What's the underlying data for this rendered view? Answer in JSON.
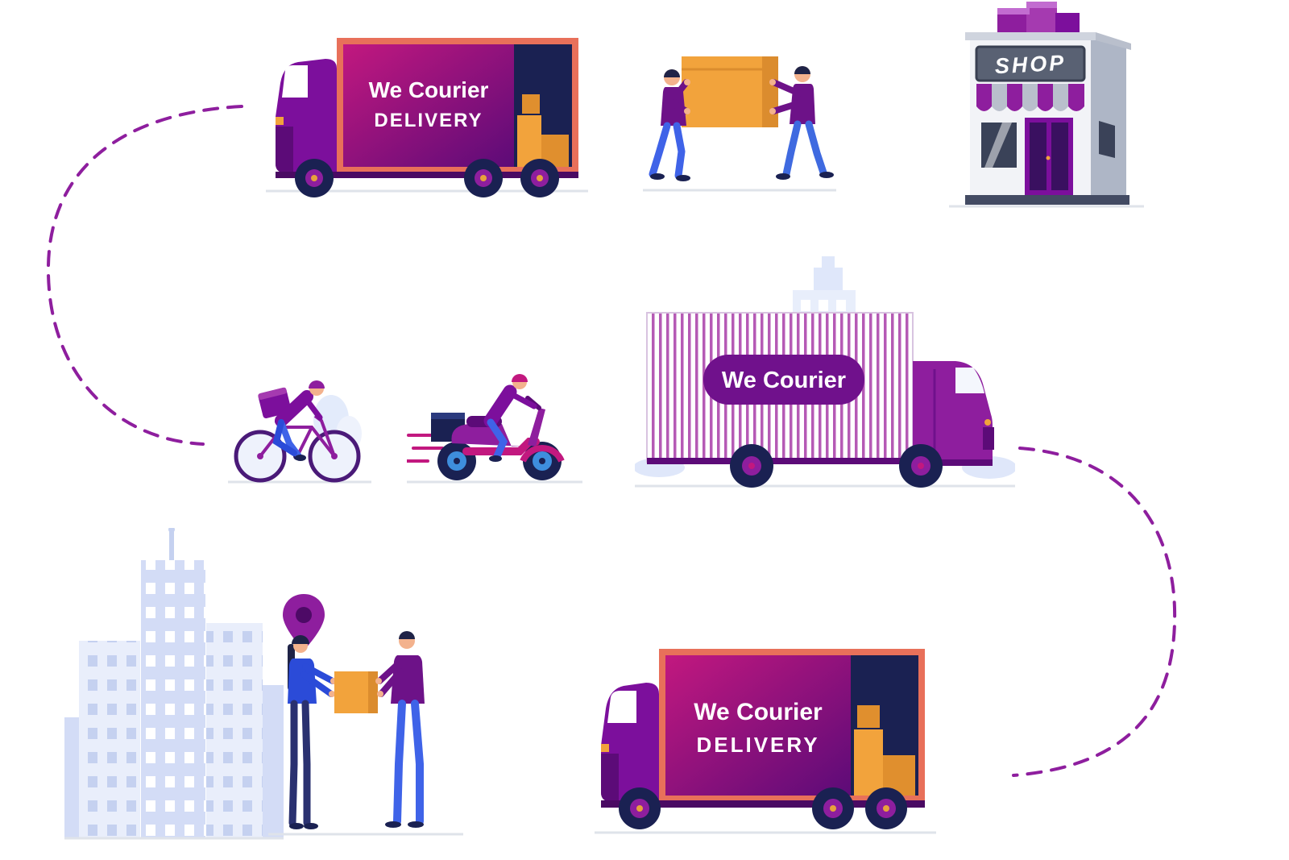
{
  "illustration": {
    "name": "courier-delivery-process-flow",
    "colors": {
      "purple": "#7c0f9c",
      "deep_purple": "#4d0a66",
      "magenta": "#c2187f",
      "navy": "#1a2152",
      "orange": "#f2a33c",
      "orange_dark": "#db8c2e",
      "salmon_trim": "#e8705a",
      "light_blue": "#dce4f8",
      "sign_gray": "#596173",
      "route_dash": "#8e1e9e",
      "white": "#ffffff"
    },
    "top_truck": {
      "line1": "We Courier",
      "line2": "DELIVERY"
    },
    "shop": {
      "sign": "SHOP"
    },
    "middle_truck": {
      "label": "We Courier"
    },
    "bottom_truck": {
      "line1": "We Courier",
      "line2": "DELIVERY"
    }
  }
}
